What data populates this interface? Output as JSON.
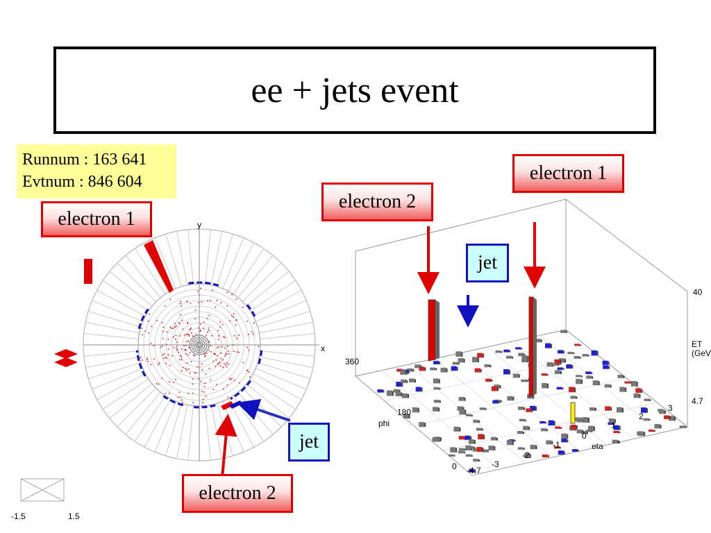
{
  "title": "ee + jets event",
  "run_info": {
    "runnum": "Runnum : 163 641",
    "evtnum": "Evtnum : 846 604"
  },
  "left_view": {
    "electron1_label": "electron 1",
    "electron2_label": "electron 2",
    "jet_label": "jet",
    "axis_y": "y",
    "axis_x": "x",
    "legend_min": "-1.5",
    "legend_max": "1.5"
  },
  "lego_plot": {
    "electron1_label": "electron 1",
    "electron2_label": "electron 2",
    "jet_label": "jet",
    "phi_label": "phi",
    "eta_label": "eta",
    "et_label_1": "ET",
    "et_label_2": "(GeV)",
    "et_max": "40",
    "phi_ticks": [
      "0",
      "180",
      "360"
    ],
    "eta_ticks": [
      "-4.7",
      "-3",
      "-2",
      "-1",
      "0",
      "1",
      "2",
      "3",
      "4.7"
    ]
  },
  "colors": {
    "electron": "#e00000",
    "jet": "#1010c0",
    "tower": "#777777",
    "info_bg": "#ffff99"
  }
}
